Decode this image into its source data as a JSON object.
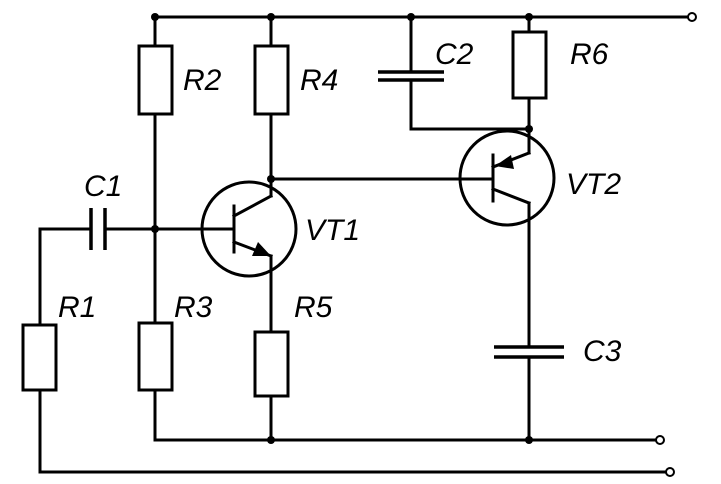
{
  "diagram": {
    "labels": {
      "c1": "C1",
      "c2": "C2",
      "c3": "C3",
      "r1": "R1",
      "r2": "R2",
      "r3": "R3",
      "r4": "R4",
      "r5": "R5",
      "r6": "R6",
      "vt1": "VT1",
      "vt2": "VT2"
    }
  }
}
